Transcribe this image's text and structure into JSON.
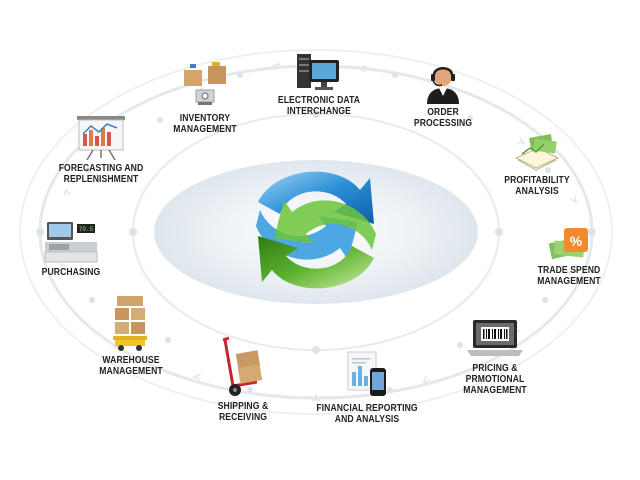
{
  "diagram": {
    "nodes": [
      {
        "id": "edi",
        "label": "ELECTRONIC DATA\nINTERCHANGE",
        "icon": "server-monitor-icon"
      },
      {
        "id": "order",
        "label": "ORDER\nPROCESSING",
        "icon": "headset-operator-icon"
      },
      {
        "id": "profit",
        "label": "PROFITABILITY\nANALYSIS",
        "icon": "money-ledger-icon"
      },
      {
        "id": "trade",
        "label": "TRADE SPEND\nMANAGEMENT",
        "icon": "discount-money-icon"
      },
      {
        "id": "pricing",
        "label": "PRICING &\nPRMOTIONAL\nMANAGEMENT",
        "icon": "laptop-barcode-icon"
      },
      {
        "id": "financial",
        "label": "FINANCIAL REPORTING\nAND ANALYSIS",
        "icon": "report-phone-icon"
      },
      {
        "id": "shipping",
        "label": "SHIPPING &\nRECEIVING",
        "icon": "hand-truck-icon"
      },
      {
        "id": "warehouse",
        "label": "WAREHOUSE\nMANAGEMENT",
        "icon": "stacked-boxes-icon"
      },
      {
        "id": "purchasing",
        "label": "PURCHASING",
        "icon": "cash-register-icon"
      },
      {
        "id": "forecast",
        "label": "FORECASTING AND\nREPLENISHMENT",
        "icon": "chart-board-icon"
      },
      {
        "id": "inventory",
        "label": "INVENTORY\nMANAGEMENT",
        "icon": "boxes-scale-icon"
      }
    ],
    "center_icon": "circular-arrows-icon",
    "colors": {
      "blue_arrow": "#2a8fd6",
      "green_arrow": "#5bb12f",
      "ring": "#dfe6ea",
      "center_glow": "#e8eef3",
      "label": "#222222"
    }
  }
}
